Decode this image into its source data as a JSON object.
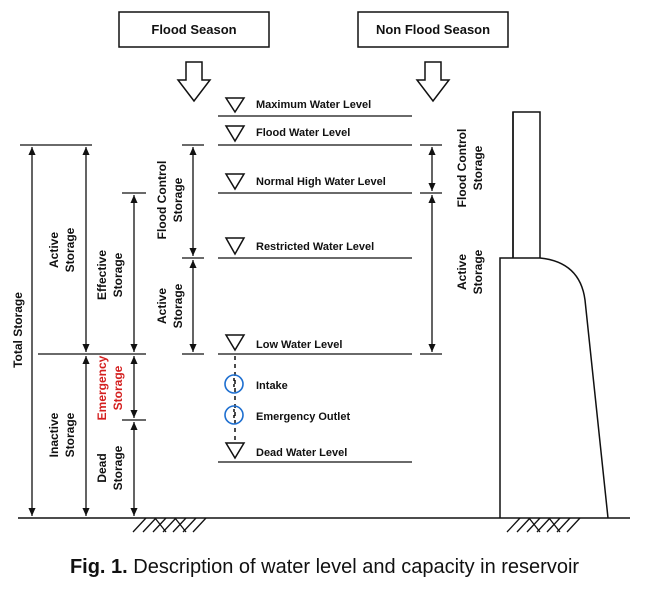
{
  "seasons": {
    "flood": "Flood Season",
    "non_flood": "Non Flood Season"
  },
  "levels": {
    "maximum": "Maximum Water Level",
    "flood": "Flood Water Level",
    "normal_high": "Normal High Water Level",
    "restricted": "Restricted Water Level",
    "low": "Low Water Level",
    "intake": "Intake",
    "emergency_outlet": "Emergency Outlet",
    "dead": "Dead Water Level"
  },
  "storage": {
    "total": "Total Storage",
    "active": [
      "Active",
      "Storage"
    ],
    "inactive": [
      "Inactive",
      "Storage"
    ],
    "effective": [
      "Effective",
      "Storage"
    ],
    "emergency": [
      "Emergency",
      "Storage"
    ],
    "dead": [
      "Dead",
      "Storage"
    ],
    "flood_control_flood": [
      "Flood Control",
      "Storage"
    ],
    "active_flood": [
      "Active",
      "Storage"
    ],
    "flood_control_nonflood": [
      "Flood Control",
      "Storage"
    ],
    "active_nonflood": [
      "Active",
      "Storage"
    ]
  },
  "colors": {
    "emergency": "#d42020",
    "outlet_circle": "#1e6fd0",
    "ink": "#111111"
  },
  "caption": {
    "label": "Fig. 1.",
    "text": "Description of water level and capacity in reservoir"
  }
}
